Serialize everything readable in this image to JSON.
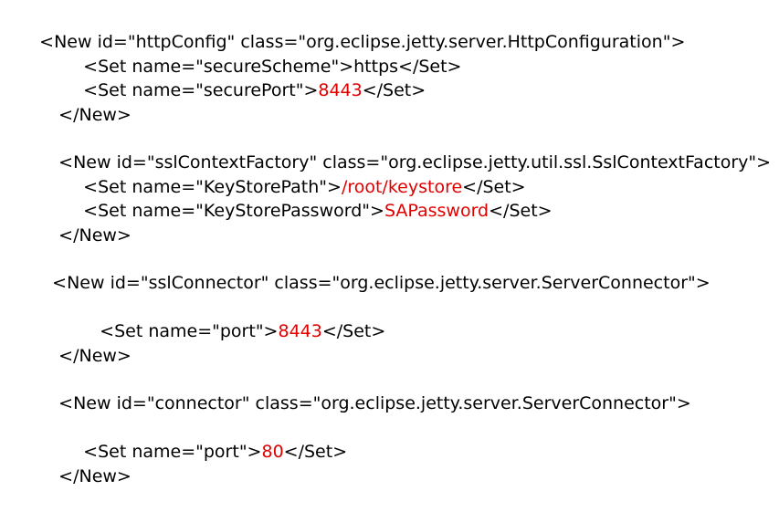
{
  "colors": {
    "text": "#000000",
    "highlight": "#e00000"
  },
  "lines": [
    {
      "segments": [
        {
          "text": "<New id=\"httpConfig\" class=\"org.eclipse.jetty.server.HttpConfiguration\">"
        }
      ]
    },
    {
      "segments": [
        {
          "text": "<Set name=\"secureScheme\">https</Set>"
        }
      ]
    },
    {
      "segments": [
        {
          "text": "<Set name=\"securePort\">"
        },
        {
          "text": "8443"
        },
        {
          "text": "</Set>"
        }
      ]
    },
    {
      "segments": [
        {
          "text": "</New>"
        }
      ]
    },
    {
      "segments": [
        {
          "text": "<New id=\"sslContextFactory\" class=\"org.eclipse.jetty.util.ssl.SslContextFactory\">"
        }
      ]
    },
    {
      "segments": [
        {
          "text": "<Set name=\"KeyStorePath\">"
        },
        {
          "text": "/root/keystore"
        },
        {
          "text": "</Set>"
        }
      ]
    },
    {
      "segments": [
        {
          "text": "<Set name=\"KeyStorePassword\">"
        },
        {
          "text": "SAPassword"
        },
        {
          "text": "</Set>"
        }
      ]
    },
    {
      "segments": [
        {
          "text": "</New>"
        }
      ]
    },
    {
      "segments": [
        {
          "text": "<New id=\"sslConnector\" class=\"org.eclipse.jetty.server.ServerConnector\">"
        }
      ]
    },
    {
      "segments": [
        {
          "text": "<Set name=\"port\">"
        },
        {
          "text": "8443"
        },
        {
          "text": "</Set>"
        }
      ]
    },
    {
      "segments": [
        {
          "text": "</New>"
        }
      ]
    },
    {
      "segments": [
        {
          "text": "<New id=\"connector\" class=\"org.eclipse.jetty.server.ServerConnector\">"
        }
      ]
    },
    {
      "segments": [
        {
          "text": "<Set name=\"port\">"
        },
        {
          "text": "80"
        },
        {
          "text": "</Set>"
        }
      ]
    },
    {
      "segments": [
        {
          "text": "</New>"
        }
      ]
    }
  ]
}
